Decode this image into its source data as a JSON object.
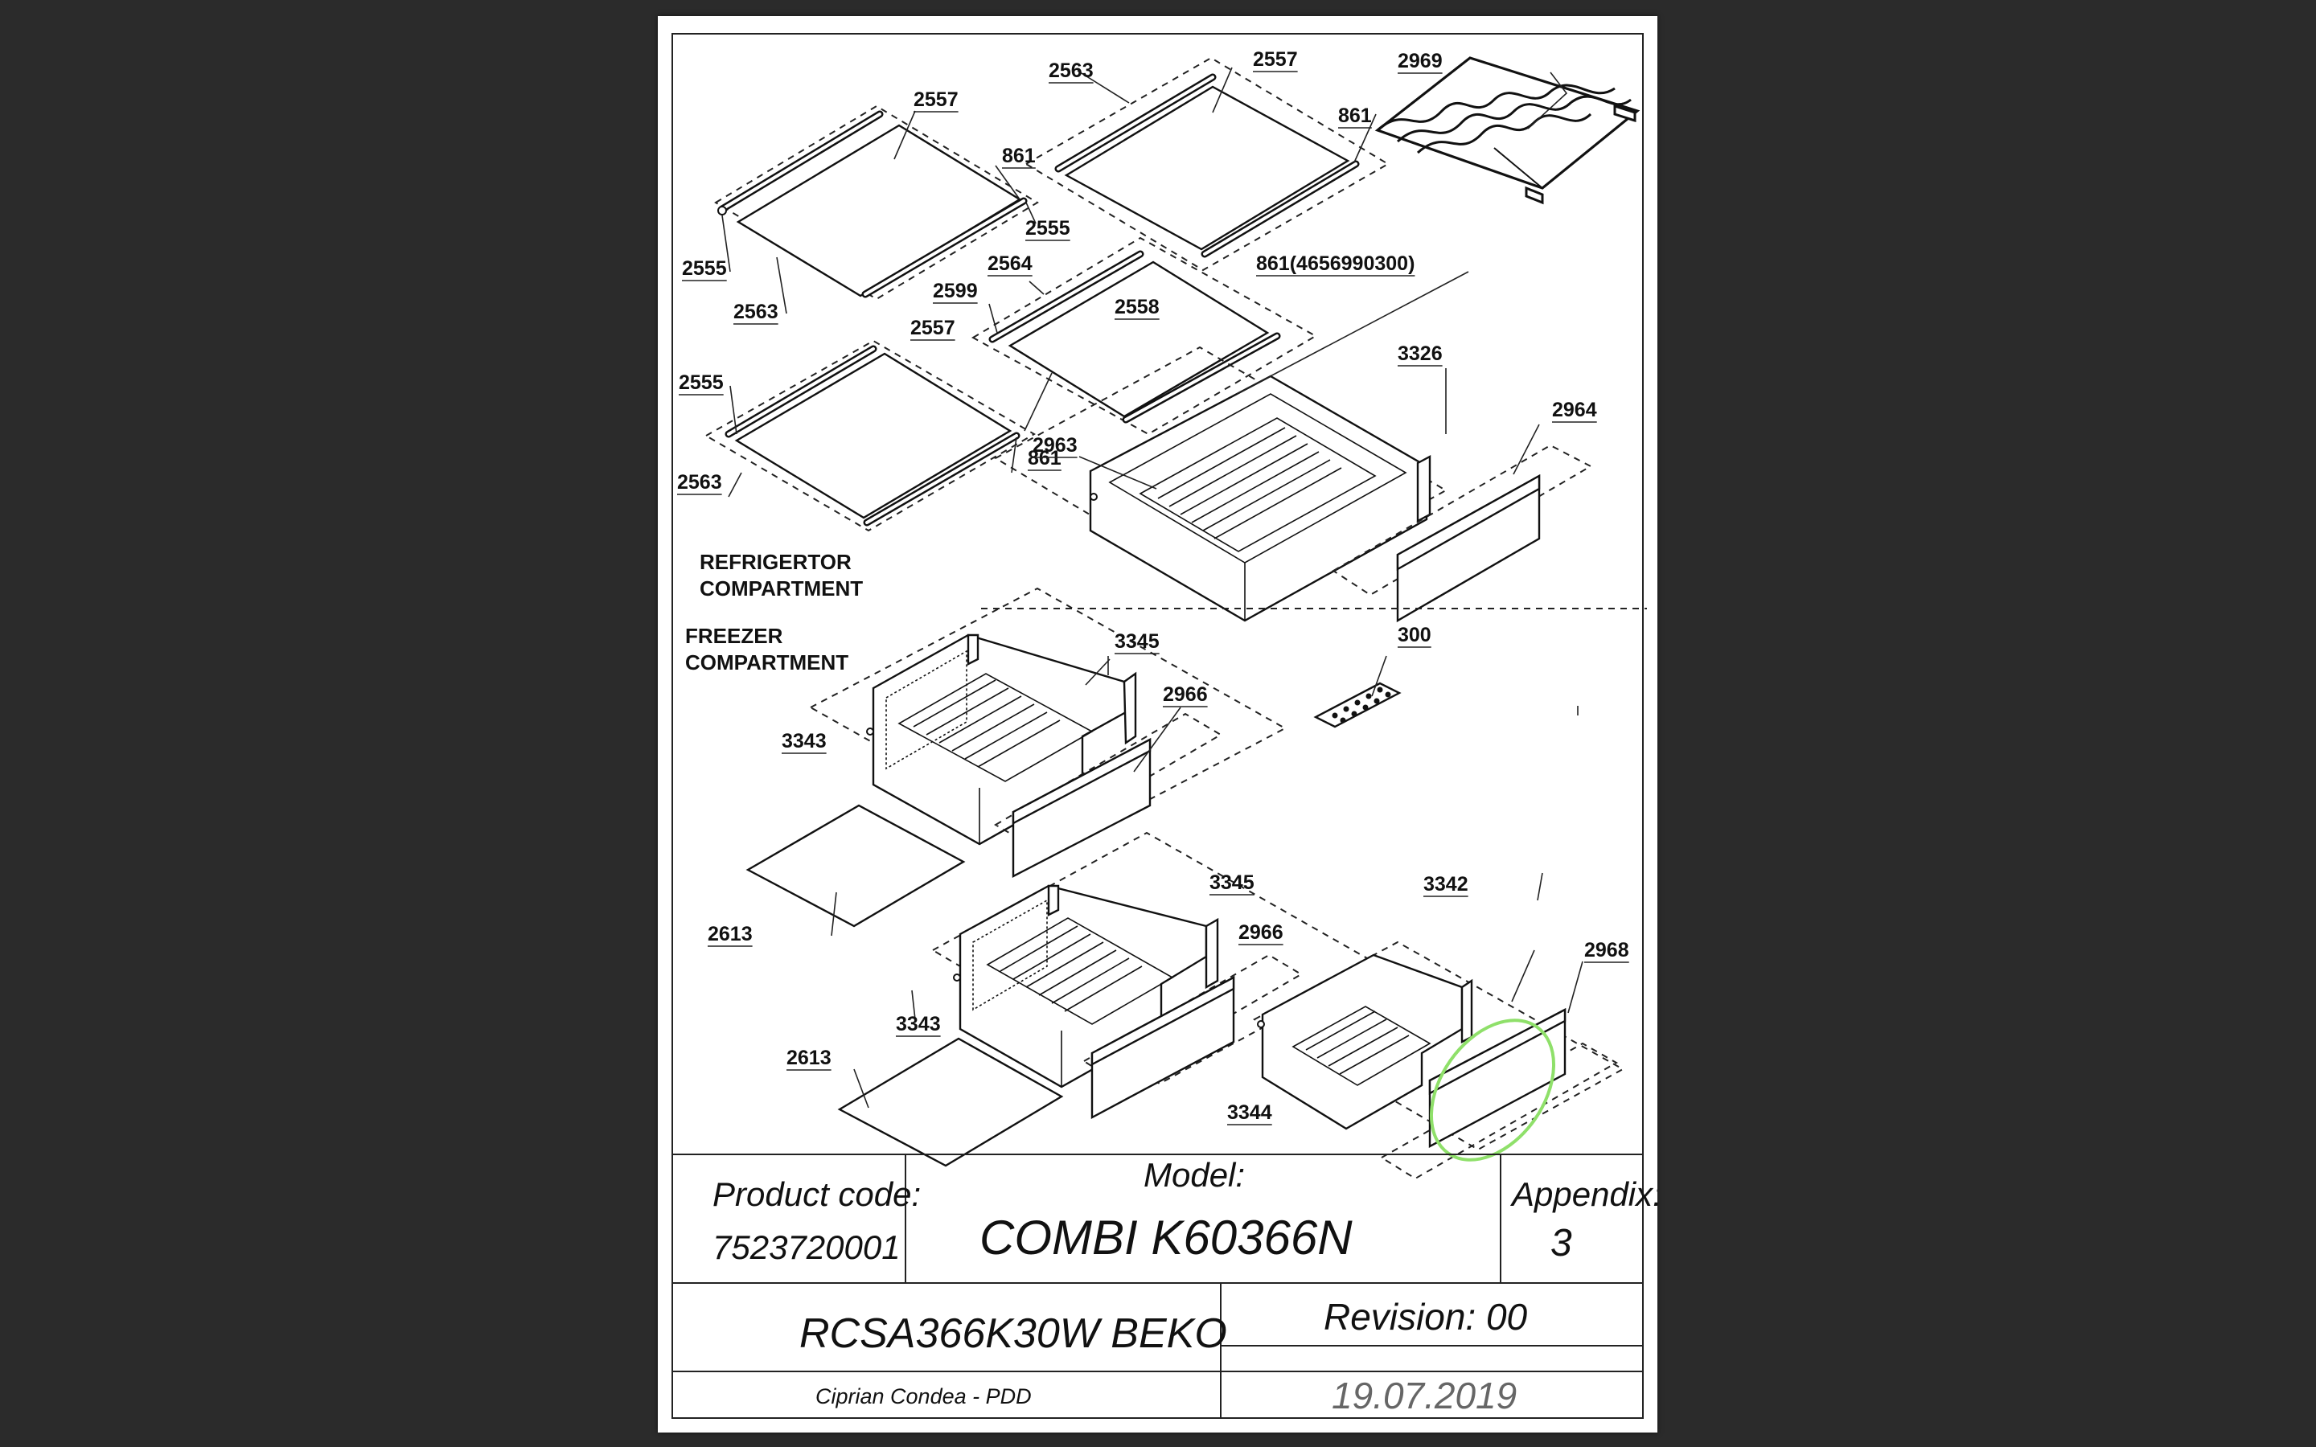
{
  "sections": {
    "refrigerator": [
      "REFRIGERTOR",
      "COMPARTMENT"
    ],
    "freezer": [
      "FREEZER",
      "COMPARTMENT"
    ]
  },
  "parts": {
    "p2557a": "2557",
    "p861a": "861",
    "p2555a": "2555",
    "p2563a": "2563",
    "p2555b": "2555",
    "p2563b": "2563",
    "p2557b": "2557",
    "p2969": "2969",
    "p861b": "861",
    "p861c": "861(4656990300)",
    "p2564": "2564",
    "p2599": "2599",
    "p2558": "2558",
    "p2557c": "2557",
    "p2555c": "2555",
    "p2563c": "2563",
    "p861d": "861",
    "p3326": "3326",
    "p2964": "2964",
    "p2963": "2963",
    "p3345a": "3345",
    "p2966a": "2966",
    "p300": "300",
    "p3343a": "3343",
    "p2613a": "2613",
    "p3345b": "3345",
    "p2966b": "2966",
    "p3342": "3342",
    "p2968": "2968",
    "p3343b": "3343",
    "p2613b": "2613",
    "p3344": "3344"
  },
  "title_block": {
    "product_code_label": "Product code:",
    "product_code": "7523720001",
    "model_label": "Model:",
    "model": "COMBI K60366N",
    "appendix_label": "Appendix:",
    "appendix": "3",
    "product_name": "RCSA366K30W BEKO",
    "revision": "Revision: 00",
    "author": "Ciprian Condea - PDD",
    "date": "19.07.2019"
  },
  "colors": {
    "highlight": "#8fe06a",
    "background": "#2b2b2b",
    "sheet": "#ffffff"
  }
}
